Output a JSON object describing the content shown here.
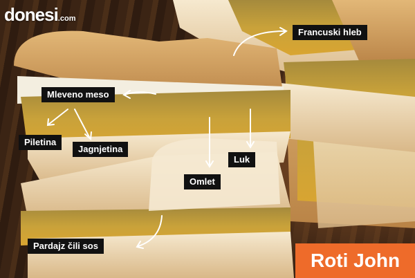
{
  "logo": {
    "brand": "donesi",
    "suffix": ".com"
  },
  "badge": {
    "title": "Roti John"
  },
  "labels": {
    "francuski_hleb": "Francuski hleb",
    "mleveno_meso": "Mleveno meso",
    "piletina": "Piletina",
    "jagnjetina": "Jagnjetina",
    "luk": "Luk",
    "omlet": "Omlet",
    "pardajz_cili_sos": "Pardajz čili sos"
  },
  "colors": {
    "badge_bg": "#ee6b2a",
    "label_bg": "#111111",
    "bread": "#e9d2a6",
    "filling": "#c9a23a"
  }
}
